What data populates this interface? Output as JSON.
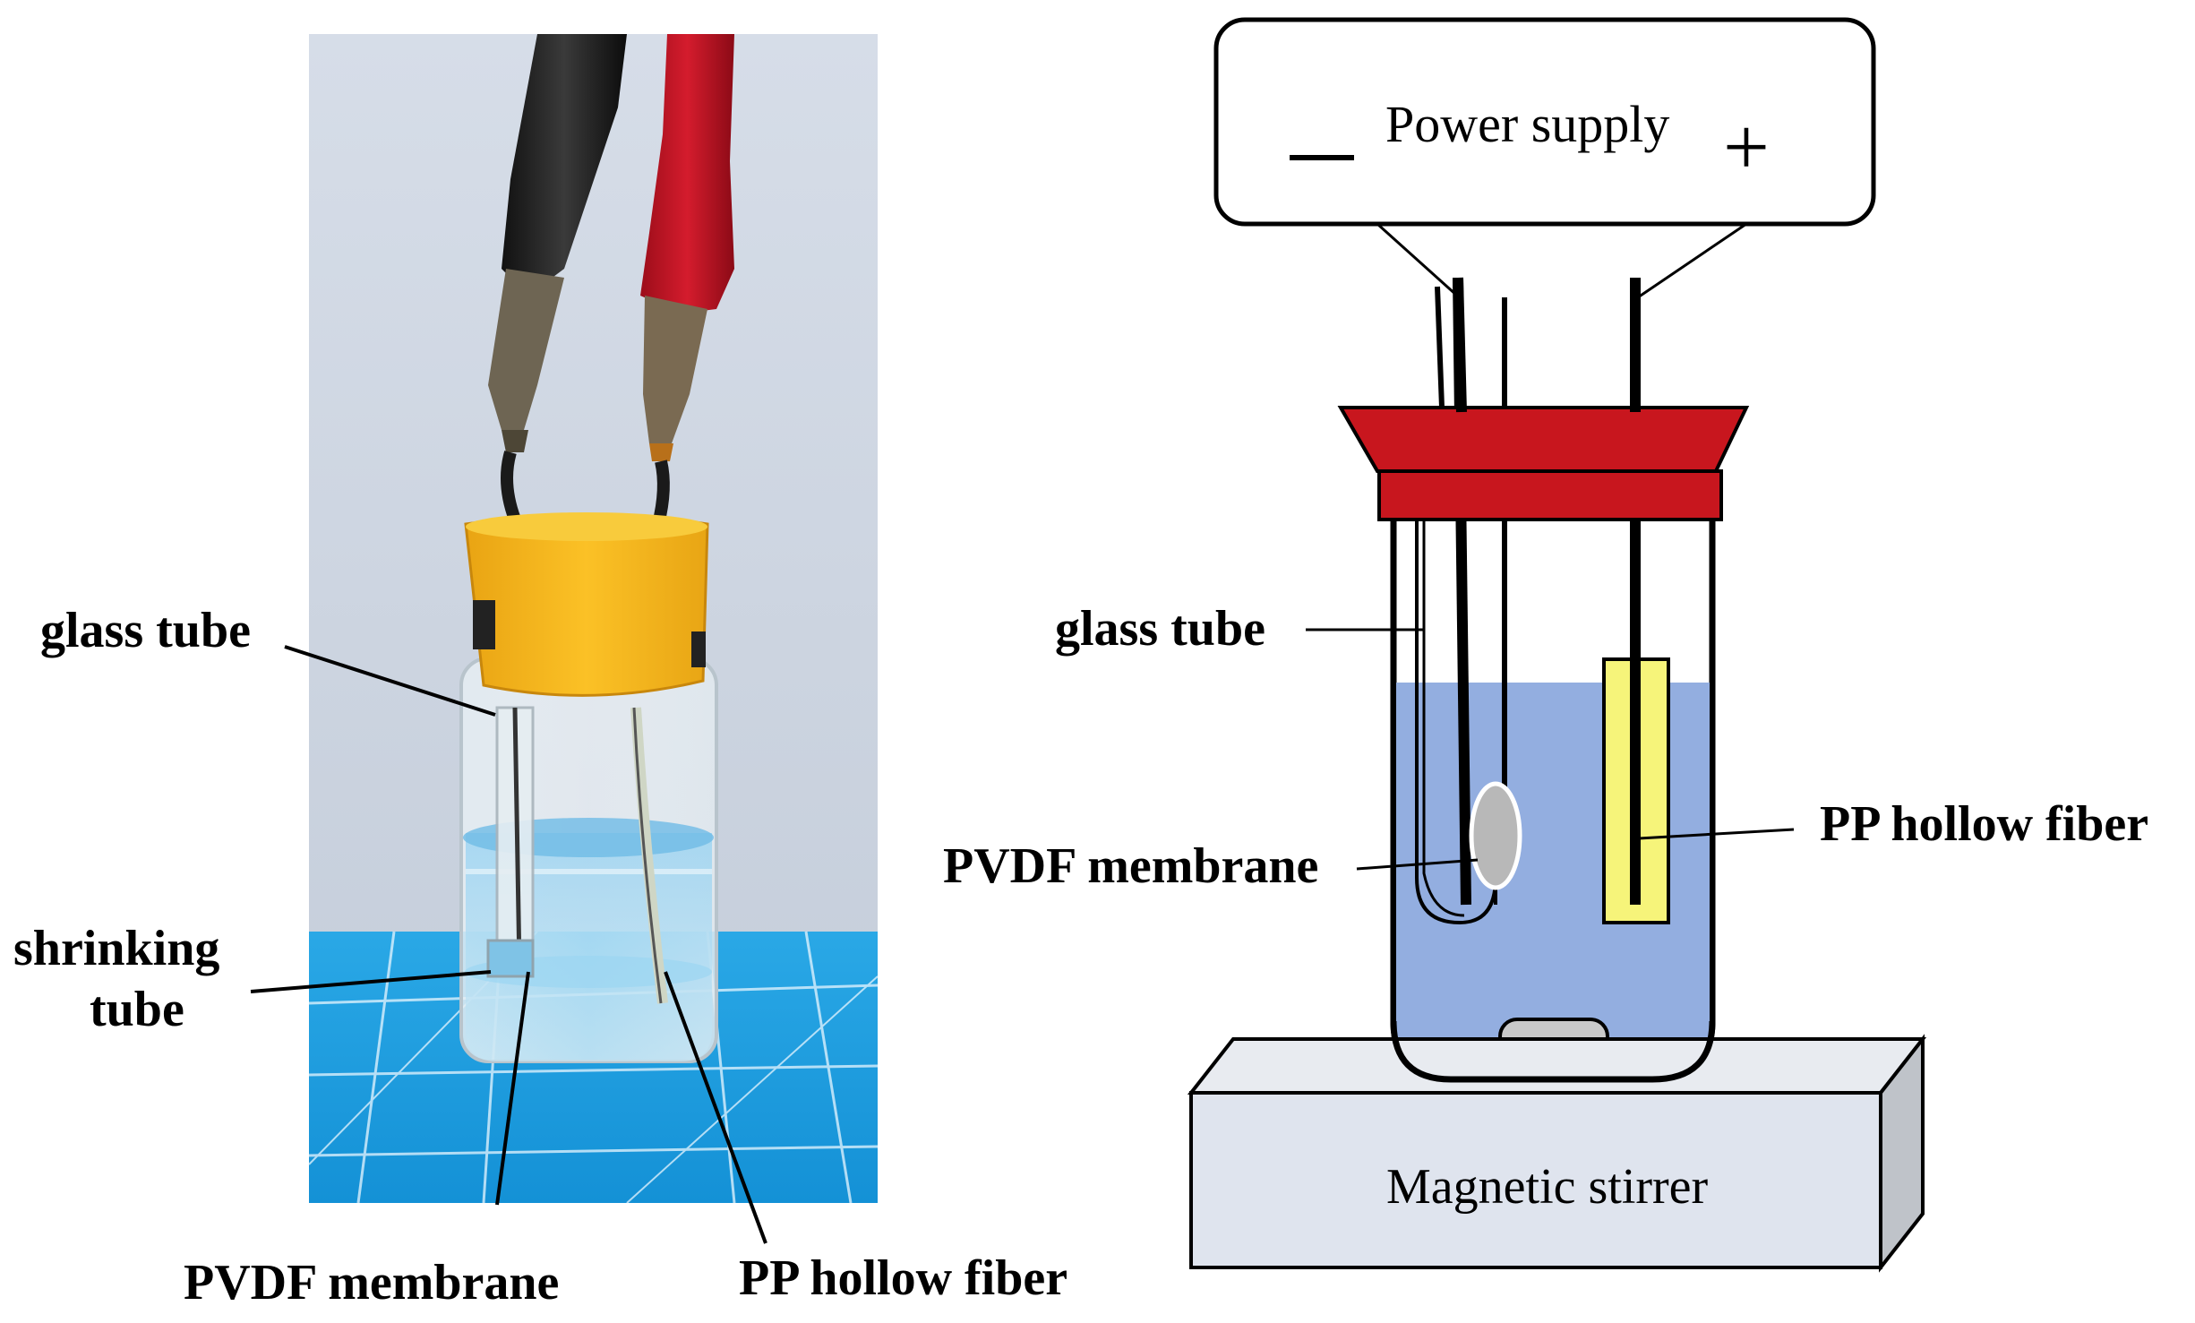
{
  "photo_labels": {
    "glass_tube": "glass tube",
    "shrinking_tube_line1": "shrinking",
    "shrinking_tube_line2": "tube",
    "pvdf_membrane": "PVDF membrane",
    "pp_hollow_fiber": "PP hollow fiber"
  },
  "schematic_labels": {
    "power_supply": "Power supply",
    "minus": "—",
    "plus": "+",
    "glass_tube": "glass tube",
    "pvdf_membrane": "PVDF membrane",
    "pp_hollow_fiber": "PP hollow fiber",
    "magnetic_stirrer": "Magnetic stirrer"
  },
  "colors": {
    "stopper_photo": "#f2b31a",
    "stopper_schematic": "#c8161e",
    "solution": "#93aee0",
    "hollow_fiber": "#f6f47a",
    "mat": "#1a9fe0",
    "stirrer_front": "#dfe4ee",
    "stirrer_side": "#bfc3c9"
  }
}
